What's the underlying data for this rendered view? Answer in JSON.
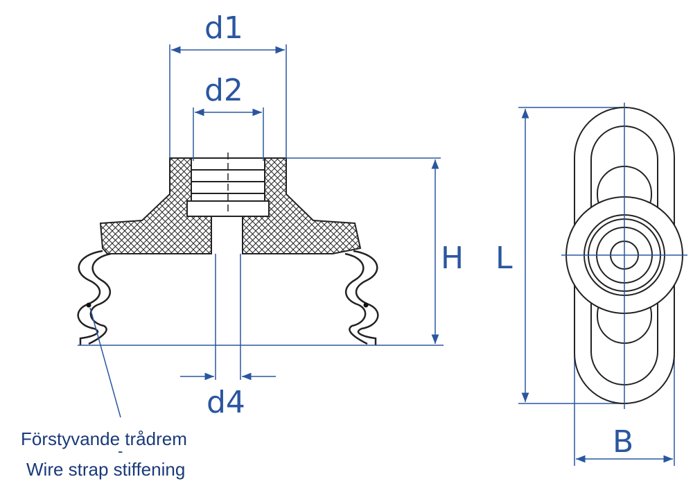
{
  "dimensions": {
    "d1": "d1",
    "d2": "d2",
    "d4": "d4",
    "H": "H",
    "L": "L",
    "B": "B"
  },
  "notes": {
    "swedish": "Förstyvande trådrem",
    "separator": "-",
    "english": "Wire strap stiffening"
  },
  "colors": {
    "dimension": "#2a56a0",
    "outline": "#222222",
    "note": "#1a3a78"
  }
}
